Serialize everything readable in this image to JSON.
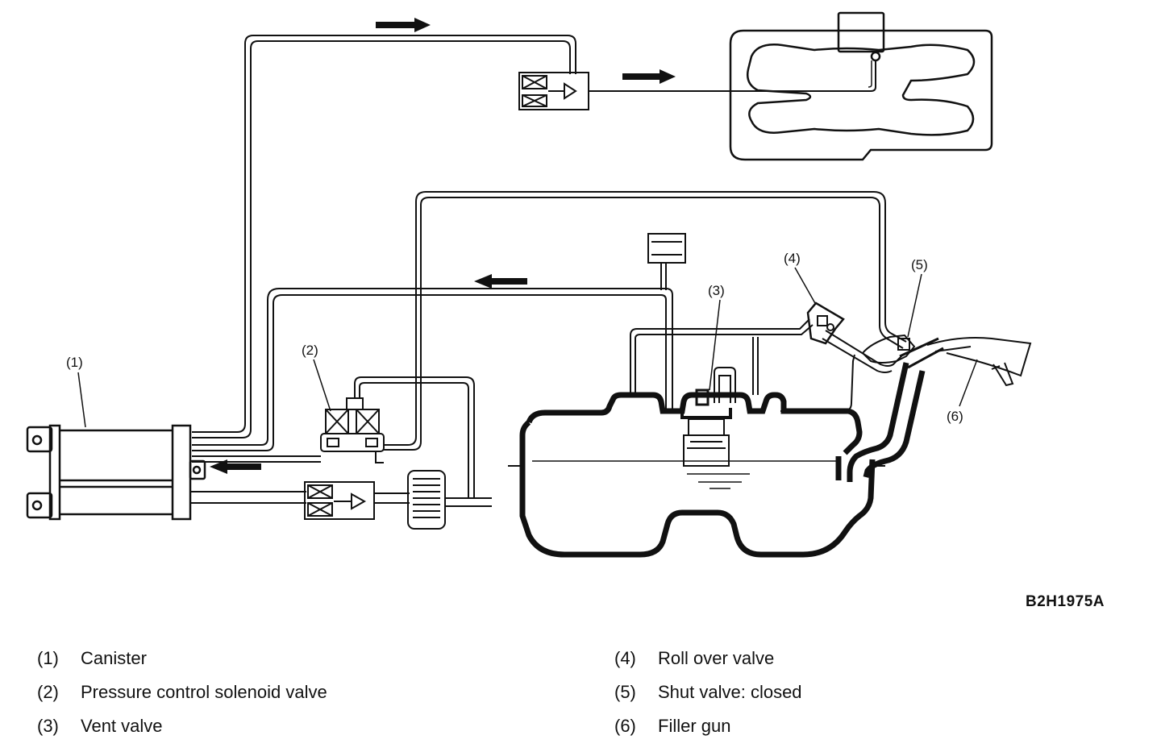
{
  "callouts": [
    "(1)",
    "(2)",
    "(3)",
    "(4)",
    "(5)",
    "(6)"
  ],
  "figure_code": "B2H1975A",
  "legend": {
    "left": [
      {
        "num": "(1)",
        "text": "Canister"
      },
      {
        "num": "(2)",
        "text": "Pressure control solenoid valve"
      },
      {
        "num": "(3)",
        "text": "Vent valve"
      }
    ],
    "right": [
      {
        "num": "(4)",
        "text": "Roll over valve"
      },
      {
        "num": "(5)",
        "text": "Shut valve: closed"
      },
      {
        "num": "(6)",
        "text": "Filler gun"
      }
    ]
  }
}
